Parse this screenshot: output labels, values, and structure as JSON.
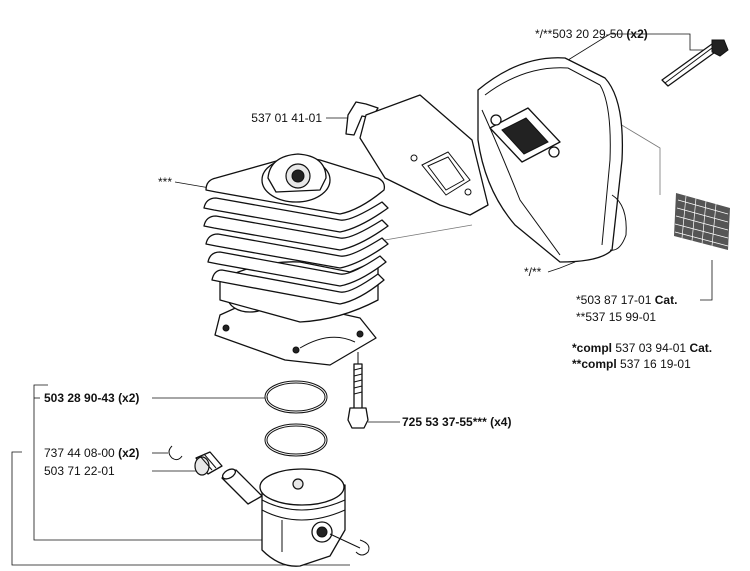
{
  "labels": {
    "bolt_top": {
      "code": "*/**503 20 29-50",
      "qty": "(x2)"
    },
    "gasket_plate": "537 01 41-01",
    "cylinder": "***",
    "muffler": "*/**",
    "screen_cat_1": {
      "code": "*503 87 17-01",
      "suffix": "Cat."
    },
    "screen_cat_2": "**537 15 99-01",
    "compl_1": {
      "prefix": "*compl",
      "code": "537 03 94-01",
      "suffix": "Cat."
    },
    "compl_2": {
      "prefix": "**compl",
      "code": "537 16 19-01"
    },
    "rings": "503 28 90-43 (x2)",
    "bolts_bottom": {
      "code": "725 53 37-55***",
      "qty": "(x4)"
    },
    "circlip_bearing": {
      "code": "737 44 08-00",
      "qty": "(x2)"
    },
    "piston": "503 71 22-01"
  }
}
